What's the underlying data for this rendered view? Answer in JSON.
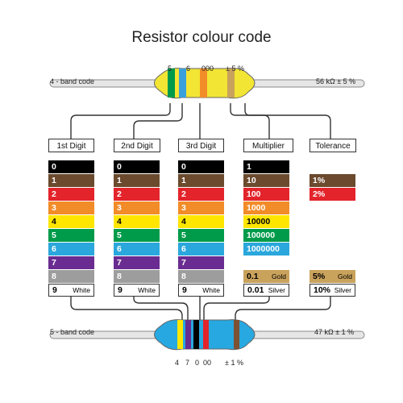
{
  "title": "Resistor colour code",
  "top_resistor": {
    "label": "4 - band code",
    "value": "56 kΩ ± 5 %",
    "band_labels": [
      "5",
      "6",
      "000",
      "± 5 %"
    ],
    "band_colors": [
      "#009b4a",
      "#3aa0dc",
      "#f28c28",
      "#c9a25c"
    ]
  },
  "bottom_resistor": {
    "label": "5 - band code",
    "value": "47 kΩ ± 1 %",
    "band_labels": [
      "4",
      "7",
      "0",
      "00",
      "± 1 %"
    ],
    "band_colors": [
      "#ffe600",
      "#6a2c91",
      "#000000",
      "#e3242b",
      "#7d5233"
    ]
  },
  "headers": [
    "1st Digit",
    "2nd Digit",
    "3rd Digit",
    "Multiplier",
    "Tolerance"
  ],
  "colors": {
    "black": "#000000",
    "brown": "#6b4a2e",
    "red": "#e3242b",
    "orange": "#f28c28",
    "yellow": "#ffe600",
    "green": "#009b4a",
    "blue": "#2aa7dc",
    "violet": "#6a2c91",
    "grey": "#9d9d9d",
    "white": "#ffffff",
    "gold": "#c9a25c",
    "silver": "#ffffff"
  },
  "digit_rows": [
    {
      "value": "0",
      "color": "black",
      "name": ""
    },
    {
      "value": "1",
      "color": "brown",
      "name": ""
    },
    {
      "value": "2",
      "color": "red",
      "name": ""
    },
    {
      "value": "3",
      "color": "orange",
      "name": ""
    },
    {
      "value": "4",
      "color": "yellow",
      "name": ""
    },
    {
      "value": "5",
      "color": "green",
      "name": ""
    },
    {
      "value": "6",
      "color": "blue",
      "name": ""
    },
    {
      "value": "7",
      "color": "violet",
      "name": ""
    },
    {
      "value": "8",
      "color": "grey",
      "name": ""
    },
    {
      "value": "9",
      "color": "white",
      "name": "White"
    }
  ],
  "multiplier_rows": [
    {
      "value": "1",
      "color": "black",
      "name": ""
    },
    {
      "value": "10",
      "color": "brown",
      "name": ""
    },
    {
      "value": "100",
      "color": "red",
      "name": ""
    },
    {
      "value": "1000",
      "color": "orange",
      "name": ""
    },
    {
      "value": "10000",
      "color": "yellow",
      "name": ""
    },
    {
      "value": "100000",
      "color": "green",
      "name": ""
    },
    {
      "value": "1000000",
      "color": "blue",
      "name": ""
    },
    null,
    {
      "value": "0.1",
      "color": "gold",
      "name": "Gold"
    },
    {
      "value": "0.01",
      "color": "silver",
      "name": "Silver"
    }
  ],
  "tolerance_rows": [
    null,
    {
      "value": "1%",
      "color": "brown",
      "name": ""
    },
    {
      "value": "2%",
      "color": "red",
      "name": ""
    },
    null,
    null,
    null,
    null,
    null,
    {
      "value": "5%",
      "color": "gold",
      "name": "Gold"
    },
    {
      "value": "10%",
      "color": "silver",
      "name": "Silver"
    }
  ]
}
